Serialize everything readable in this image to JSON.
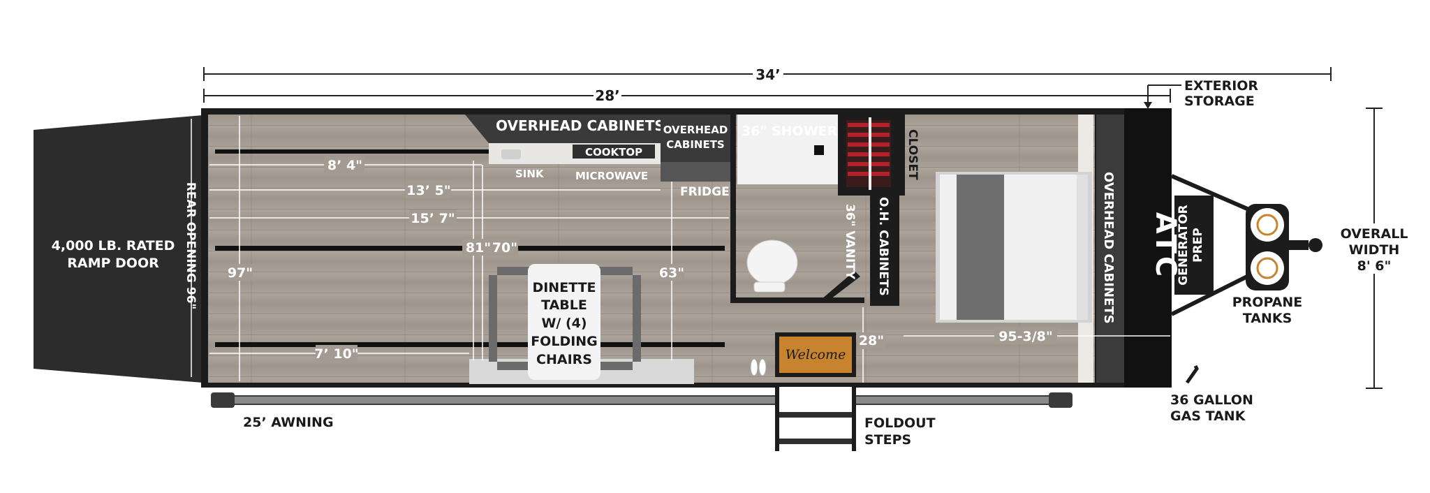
{
  "labels": {
    "overall_length": "34’",
    "box_length": "28’",
    "exterior_storage": [
      "EXTERIOR",
      "STORAGE"
    ],
    "ramp_door": [
      "4,000 LB. RATED",
      "RAMP DOOR"
    ],
    "rear_opening": "REAR OPENING 96\"",
    "overhead_cabinets_kitchen": "OVERHEAD CABINETS",
    "cooktop": "COOKTOP",
    "sink": "SINK",
    "microwave": "MICROWAVE",
    "overhead_cabinets_fridge": [
      "OVERHEAD",
      "CABINETS"
    ],
    "fridge": "FRIDGE",
    "shower": "36\" SHOWER",
    "closet": "CLOSET",
    "oh_cabinets": "O.H. CABINETS",
    "vanity": "36\" VANITY",
    "overhead_cabinets_front": "OVERHEAD CABINETS",
    "generator_prep": [
      "GENERATOR",
      "PREP"
    ],
    "brand": "ATC",
    "overall_width": [
      "OVERALL",
      "WIDTH",
      "8' 6\""
    ],
    "propane_tanks": [
      "PROPANE",
      "TANKS"
    ],
    "gas_tank": [
      "36 GALLON",
      "GAS TANK"
    ],
    "awning": "25’ AWNING",
    "foldout_steps": [
      "FOLDOUT",
      "STEPS"
    ],
    "dinette": [
      "DINETTE",
      "TABLE",
      "W/ (4)",
      "FOLDING",
      "CHAIRS"
    ],
    "welcome_mat": "Welcome"
  },
  "dimensions": {
    "d_8_4": "8’ 4\"",
    "d_13_5": "13’ 5\"",
    "d_15_7": "15’ 7\"",
    "d_97": "97\"",
    "d_81": "81\"",
    "d_70": "70\"",
    "d_63": "63\"",
    "d_7_10": "7’ 10\"",
    "d_28": "28\"",
    "d_95": "95-3/8\""
  },
  "colors": {
    "floor": "#a39b92",
    "wall": "#1c1c1c",
    "ramp": "#2b2b2b",
    "cabinet": "#3a3a3a",
    "bed_accent": "#6e6e6e"
  }
}
